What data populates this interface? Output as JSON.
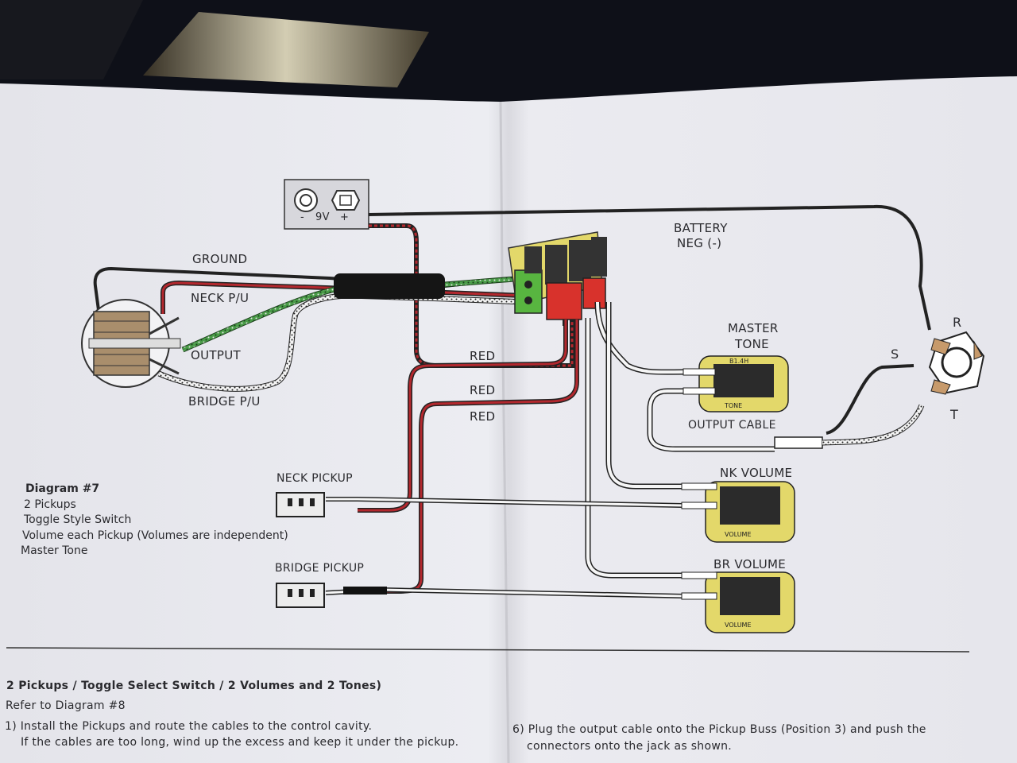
{
  "diagram": {
    "battery": {
      "voltage_label": "9V",
      "minus_sign": "-",
      "plus_sign": "+"
    },
    "wires": {
      "ground": "GROUND",
      "neck_pu": "NECK P/U",
      "output": "OUTPUT",
      "bridge_pu": "BRIDGE P/U",
      "red_1": "RED",
      "red_2": "RED",
      "red_3": "RED",
      "battery_neg_line1": "BATTERY",
      "battery_neg_line2": "NEG (-)",
      "output_cable": "OUTPUT CABLE"
    },
    "controls": {
      "master_tone_line1": "MASTER",
      "master_tone_line2": "TONE",
      "nk_volume": "NK VOLUME",
      "br_volume": "BR VOLUME",
      "pot_code": "B1.4H",
      "tone_print": "TONE",
      "volume_print": "VOLUME"
    },
    "jack": {
      "ring": "R",
      "sleeve": "S",
      "tip": "T"
    },
    "pickups": {
      "neck": "NECK PICKUP",
      "bridge": "BRIDGE PICKUP"
    },
    "caption": {
      "title": "Diagram #7",
      "lines": [
        "2 Pickups",
        "Toggle Style Switch",
        "Volume each Pickup (Volumes are independent)",
        "Master Tone"
      ]
    }
  },
  "instructions": {
    "heading": "2 Pickups / Toggle Select Switch / 2  Volumes and 2 Tones)",
    "refer": "Refer to Diagram #8",
    "step1_line1": "1) Install the Pickups and route the cables to the control cavity.",
    "step1_line2": "If  the cables are too long, wind up the excess and keep it under the pickup.",
    "step6_line1": "6) Plug the output cable onto the Pickup Buss (Position 3) and push the",
    "step6_line2": "connectors onto the jack as shown."
  },
  "colors": {
    "paper": "#e9e9ef",
    "red_wire": "#b3282e",
    "green_wire": "#3a8a3f",
    "board_yellow": "#e3d86a",
    "terminal_green": "#58b540",
    "connector_red": "#d8322c"
  }
}
